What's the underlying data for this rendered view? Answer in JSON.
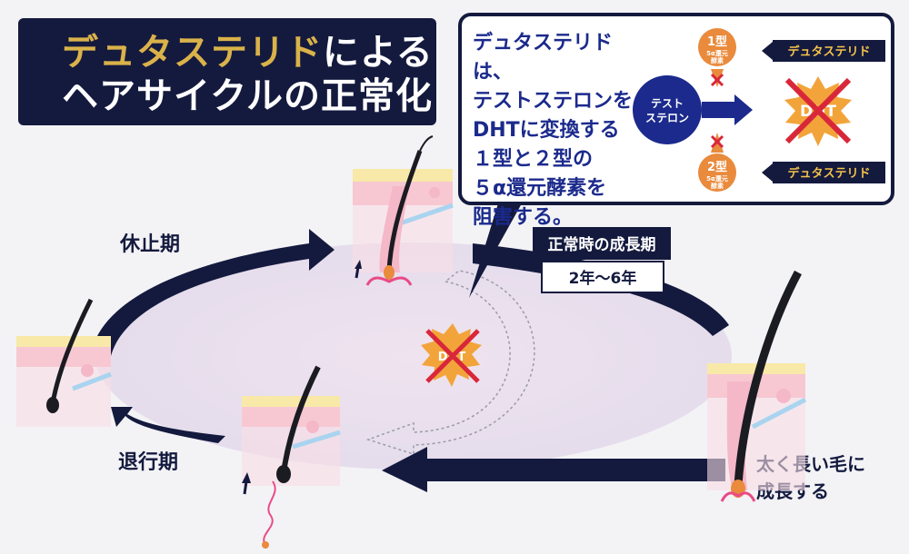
{
  "title": {
    "highlight": "デュタステリド",
    "line1_rest": "による",
    "line2": "ヘアサイクルの正常化"
  },
  "info": {
    "description": "デュタステリドは、\nテストステロンを\nDHTに変換する\n１型と２型の\n５α還元酵素を\n阻害する。",
    "testosterone": [
      "テスト",
      "ステロン"
    ],
    "enzyme1": {
      "name": "1型",
      "sub1": "5α還元",
      "sub2": "酵素"
    },
    "enzyme2": {
      "name": "2型",
      "sub1": "5α還元",
      "sub2": "酵素"
    },
    "dutasteride_label_1": "デュタステリド",
    "dutasteride_label_2": "デュタステリド",
    "dht": "DHT"
  },
  "cycle": {
    "resting": "休止期",
    "regression": "退行期",
    "growth_normal": "正常時の成長期",
    "growth_years": "2年〜6年",
    "dht_center": "DHT",
    "result_line1": "太く長い毛に",
    "result_line2": "成長する"
  },
  "colors": {
    "navy": "#141a3e",
    "blue": "#1b2a8c",
    "orange": "#e98a3c",
    "dht_orange": "#f2a43a",
    "cross_red": "#d9273a",
    "gold": "#d9b24a"
  }
}
